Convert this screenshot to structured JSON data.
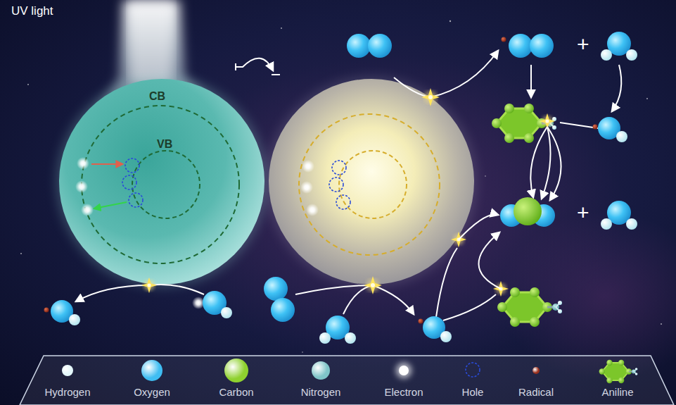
{
  "diagram": {
    "nodes": [
      {
        "text": [
          "CB",
          "VB"
        ]
      }
    ],
    "labels": [
      "UV light",
      "+",
      "+"
    ],
    "legend": [
      {
        "text": "Hydrogen",
        "color": "#e3f7fb"
      },
      {
        "text": "Oxygen",
        "color": "#3fbdf2"
      },
      {
        "text": "Carbon",
        "color": "#8fd12f"
      },
      {
        "text": "Nitrogen",
        "color": "#7fc4c8"
      },
      {
        "text": "Electron",
        "color": "#ffffff"
      },
      {
        "text": "Hole"
      },
      {
        "text": "Radical",
        "color": "#9a2f1c"
      },
      {
        "text": "Aniline"
      }
    ]
  }
}
